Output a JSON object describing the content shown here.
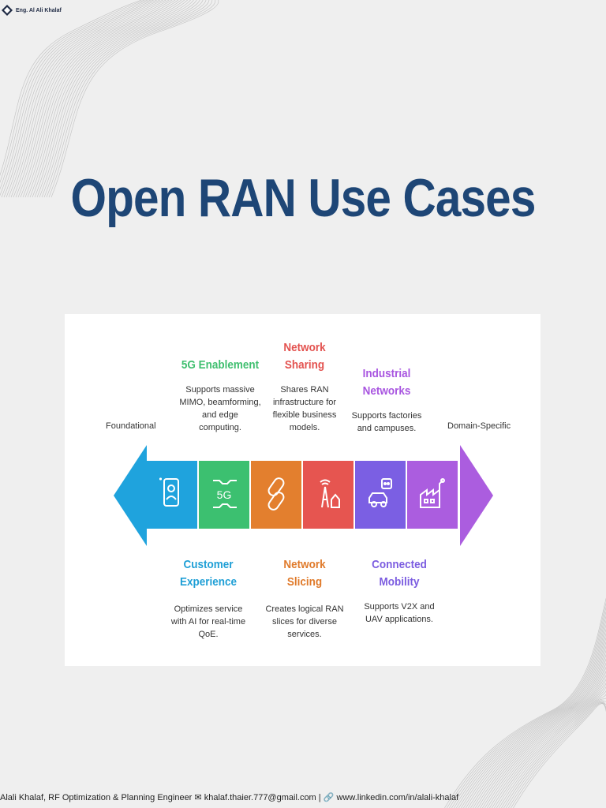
{
  "brand": {
    "name": "Eng. Al Ali Khalaf",
    "logo_icon": "diamond-logo-icon"
  },
  "title": "Open RAN Use Cases",
  "diagram": {
    "left_label": "Foundational",
    "right_label": "Domain-Specific",
    "top_items": [
      {
        "title": "5G Enablement",
        "desc": [
          "Supports massive",
          "MIMO, beamforming,",
          "and edge",
          "computing."
        ],
        "color": "#3fbf6f"
      },
      {
        "title_lines": [
          "Network",
          "Sharing"
        ],
        "desc": [
          "Shares RAN",
          "infrastructure for",
          "flexible business",
          "models."
        ],
        "color": "#e3524f"
      },
      {
        "title_lines": [
          "Industrial",
          "Networks"
        ],
        "desc": [
          "Supports factories",
          "and campuses."
        ],
        "color": "#a855e0"
      }
    ],
    "bottom_items": [
      {
        "title_lines": [
          "Customer",
          "Experience"
        ],
        "desc": [
          "Optimizes service",
          "with AI for real-time",
          "QoE."
        ],
        "color": "#1f9fd6"
      },
      {
        "title_lines": [
          "Network",
          "Slicing"
        ],
        "desc": [
          "Creates logical RAN",
          "slices for diverse",
          "services."
        ],
        "color": "#e07a2a"
      },
      {
        "title_lines": [
          "Connected",
          "Mobility"
        ],
        "desc": [
          "Supports V2X and",
          "UAV applications."
        ],
        "color": "#7b5ce0"
      }
    ],
    "segments": [
      {
        "icon": "phone-hand-icon",
        "color": "#1fa3dd"
      },
      {
        "icon": "5g-signal-icon",
        "color": "#3cc070",
        "label": "5G"
      },
      {
        "icon": "chain-link-icon",
        "color": "#e37f2e"
      },
      {
        "icon": "tower-share-icon",
        "color": "#e65550"
      },
      {
        "icon": "robot-car-icon",
        "color": "#7b5fe3"
      },
      {
        "icon": "factory-robot-icon",
        "color": "#ab5ddf"
      }
    ]
  },
  "footer": {
    "text": "Alali Khalaf, RF Optimization & Planning Engineer",
    "email": "khalaf.thaier.777@gmail.com",
    "separator": "|",
    "linkedin": "www.linkedin.com/in/alali-khalaf"
  }
}
